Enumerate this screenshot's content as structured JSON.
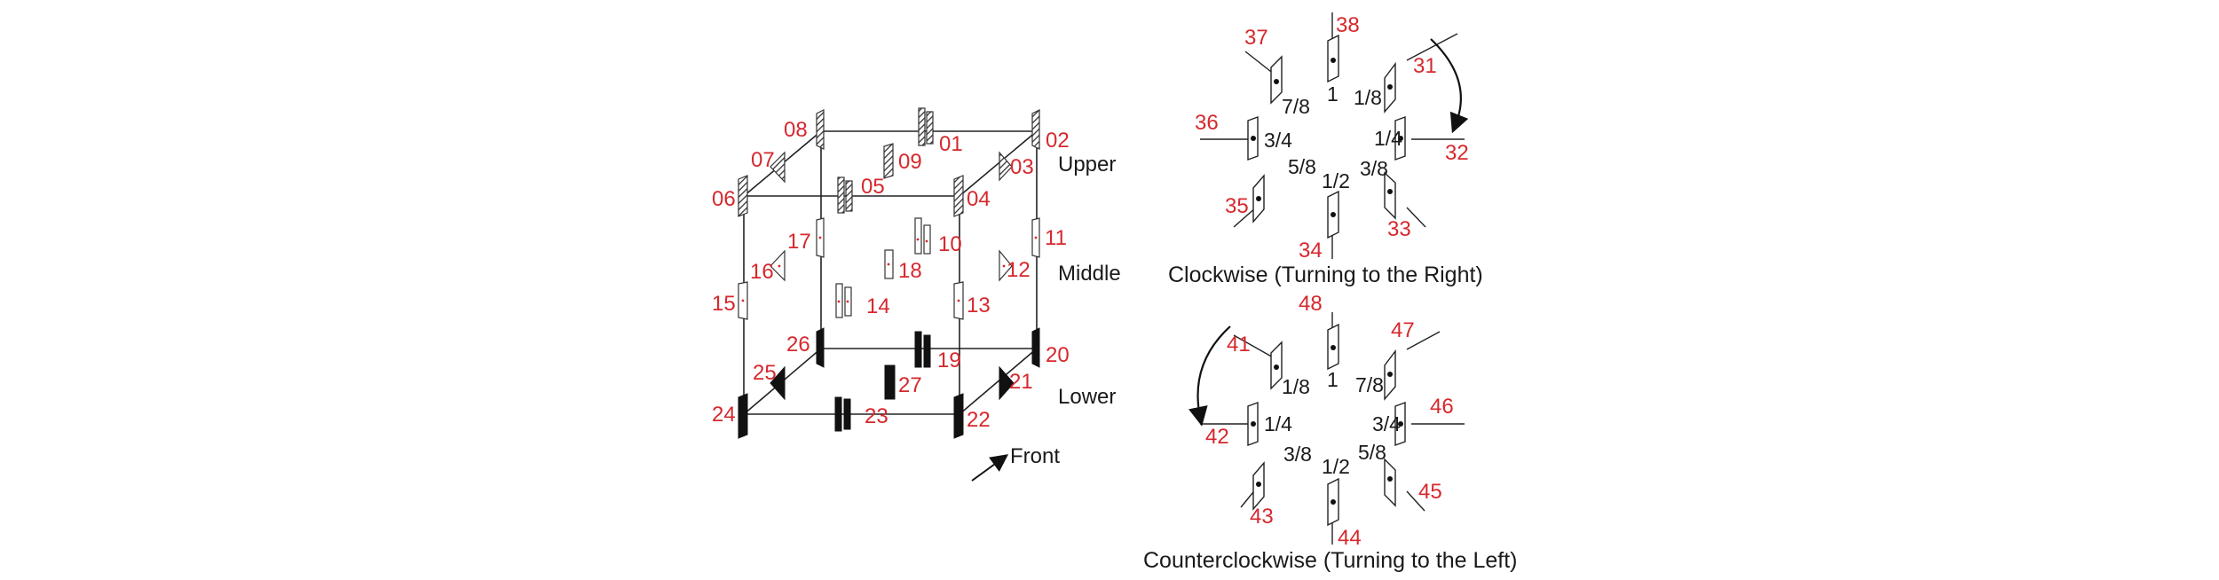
{
  "colors": {
    "number": "#d6282d",
    "ink": "#1a1a1a",
    "hatch": "#555555",
    "solid": "#111111",
    "open": "#ffffff"
  },
  "cube": {
    "layers": {
      "upper": "Upper",
      "middle": "Middle",
      "lower": "Lower"
    },
    "front": "Front",
    "labels": {
      "upper": [
        "01",
        "02",
        "03",
        "04",
        "05",
        "06",
        "07",
        "08",
        "09"
      ],
      "middle": [
        "10",
        "11",
        "12",
        "13",
        "14",
        "15",
        "16",
        "17",
        "18"
      ],
      "lower": [
        "19",
        "20",
        "21",
        "22",
        "23",
        "24",
        "25",
        "26",
        "27"
      ]
    }
  },
  "clockwise": {
    "caption": "Clockwise (Turning to the Right)",
    "labels": [
      "31",
      "32",
      "33",
      "34",
      "35",
      "36",
      "37",
      "38"
    ],
    "fractions": [
      "1/8",
      "1/4",
      "3/8",
      "1/2",
      "5/8",
      "3/4",
      "7/8",
      "1"
    ]
  },
  "counterclockwise": {
    "caption": "Counterclockwise (Turning to the Left)",
    "labels": [
      "41",
      "42",
      "43",
      "44",
      "45",
      "46",
      "47",
      "48"
    ],
    "fractions": [
      "1/8",
      "1/4",
      "3/8",
      "1/2",
      "5/8",
      "3/4",
      "7/8",
      "1"
    ]
  }
}
